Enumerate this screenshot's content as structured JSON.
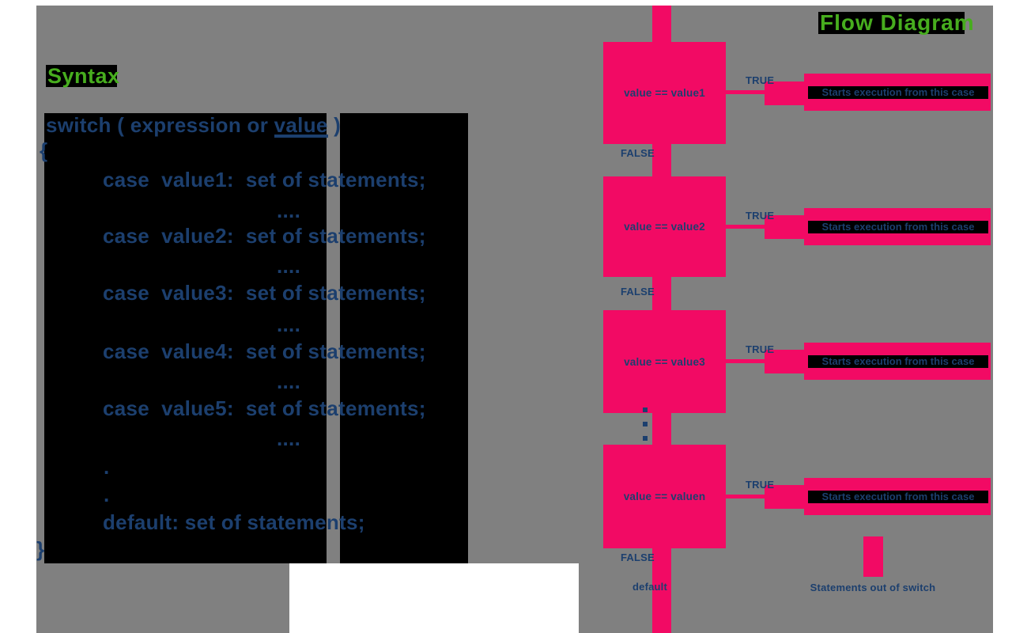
{
  "colors": {
    "background_gray": "#808080",
    "panel_black": "#000000",
    "accent_pink": "#F20A64",
    "text_navy": "#1C3F6E",
    "title_green": "#47AD1E",
    "page_white": "#FFFFFF"
  },
  "syntax": {
    "heading": "Syntax",
    "switch_line": {
      "pre": "switch ( expression or ",
      "underlined": "value",
      "post": " )"
    },
    "lines": [
      "{",
      "case  value1:  set of statements;",
      "....",
      "case  value2:  set of statements;",
      "....",
      "case  value3:  set of statements;",
      "....",
      "case  value4:  set of statements;",
      "....",
      "case  value5:  set of statements;",
      "....",
      ".",
      ".",
      "default: set of statements;",
      "}"
    ]
  },
  "flow": {
    "heading": "Flow Diagram",
    "rows": [
      {
        "condition": "value == value1",
        "true_label": "TRUE",
        "false_label": "FALSE",
        "result": "Starts execution from this case"
      },
      {
        "condition": "value == value2",
        "true_label": "TRUE",
        "false_label": "FALSE",
        "result": "Starts execution from this case"
      },
      {
        "condition": "value == value3",
        "true_label": "TRUE",
        "result": "Starts execution from this case"
      },
      {
        "condition": "value == valuen",
        "true_label": "TRUE",
        "false_label": "FALSE",
        "result": "Starts execution from this case"
      }
    ],
    "default_label": "default",
    "exit_label": "Statements out of switch"
  }
}
